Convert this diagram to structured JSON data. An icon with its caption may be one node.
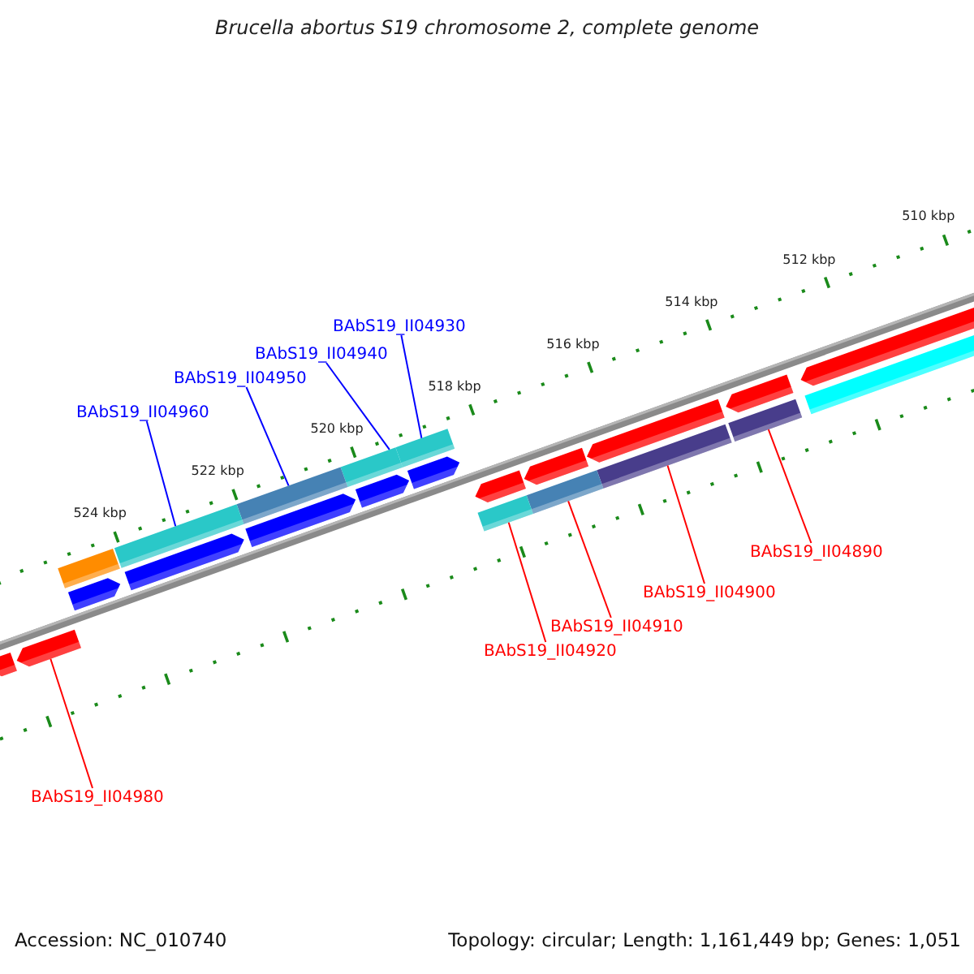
{
  "diagram": {
    "title": "Brucella abortus S19 chromosome 2, complete genome",
    "nodes": [
      {
        "text": [
          "BAbS19_II04930"
        ]
      },
      {
        "text": [
          "BAbS19_II04940"
        ]
      },
      {
        "text": [
          "BAbS19_II04950"
        ]
      },
      {
        "text": [
          "BAbS19_II04960"
        ]
      },
      {
        "text": [
          "BAbS19_II04890"
        ]
      },
      {
        "text": [
          "BAbS19_II04900"
        ]
      },
      {
        "text": [
          "BAbS19_II04910"
        ]
      },
      {
        "text": [
          "BAbS19_II04920"
        ]
      },
      {
        "text": [
          "BAbS19_II04980"
        ]
      },
      {
        "text": [],
        "shape": "bar"
      },
      {
        "text": [],
        "shape": "bar"
      },
      {
        "text": [],
        "shape": "bar"
      },
      {
        "text": [],
        "shape": "bar"
      },
      {
        "text": [],
        "shape": "bar"
      },
      {
        "text": [],
        "shape": "bar"
      },
      {
        "text": [],
        "shape": "bar"
      },
      {
        "text": [],
        "shape": "bar"
      },
      {
        "text": [],
        "shape": "pentagon"
      }
    ],
    "edges": [
      {
        "from": 0,
        "to": 9,
        "arrow": "none",
        "color": "#0000ff"
      },
      {
        "from": 1,
        "to": 10,
        "arrow": "none",
        "color": "#0000ff"
      },
      {
        "from": 2,
        "to": 11,
        "arrow": "none",
        "color": "#0000ff"
      },
      {
        "from": 3,
        "to": 12,
        "arrow": "none",
        "color": "#0000ff"
      },
      {
        "from": 4,
        "to": 13,
        "arrow": "none"
      },
      {
        "from": 5,
        "to": 14,
        "arrow": "none"
      },
      {
        "from": 6,
        "to": 15,
        "arrow": "none"
      },
      {
        "from": 7,
        "to": 16,
        "arrow": "none"
      },
      {
        "from": 8,
        "to": 17,
        "arrow": "none"
      }
    ],
    "labels": [
      "510 kbp",
      "512 kbp",
      "514 kbp",
      "516 kbp",
      "518 kbp",
      "520 kbp",
      "522 kbp",
      "524 kbp",
      "Accession: NC_010740",
      "Topology: circular; Length: 1,161,449 bp; Genes: 1,051"
    ]
  }
}
